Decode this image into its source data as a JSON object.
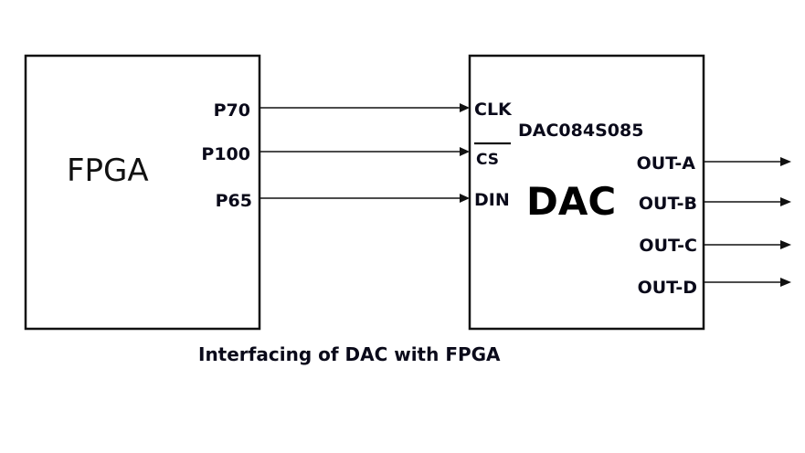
{
  "caption": "Interfacing of DAC with FPGA",
  "fpga": {
    "title": "FPGA",
    "pins": [
      "P70",
      "P100",
      "P65"
    ]
  },
  "dac": {
    "title": "DAC",
    "part_number": "DAC084S085",
    "inputs": [
      {
        "label": "CLK",
        "active_low": false
      },
      {
        "label": "CS",
        "active_low": true
      },
      {
        "label": "DIN",
        "active_low": false
      }
    ],
    "outputs": [
      "OUT-A",
      "OUT-B",
      "OUT-C",
      "OUT-D"
    ]
  },
  "connections": [
    {
      "from": "P70",
      "to": "CLK"
    },
    {
      "from": "P100",
      "to": "CS"
    },
    {
      "from": "P65",
      "to": "DIN"
    }
  ]
}
